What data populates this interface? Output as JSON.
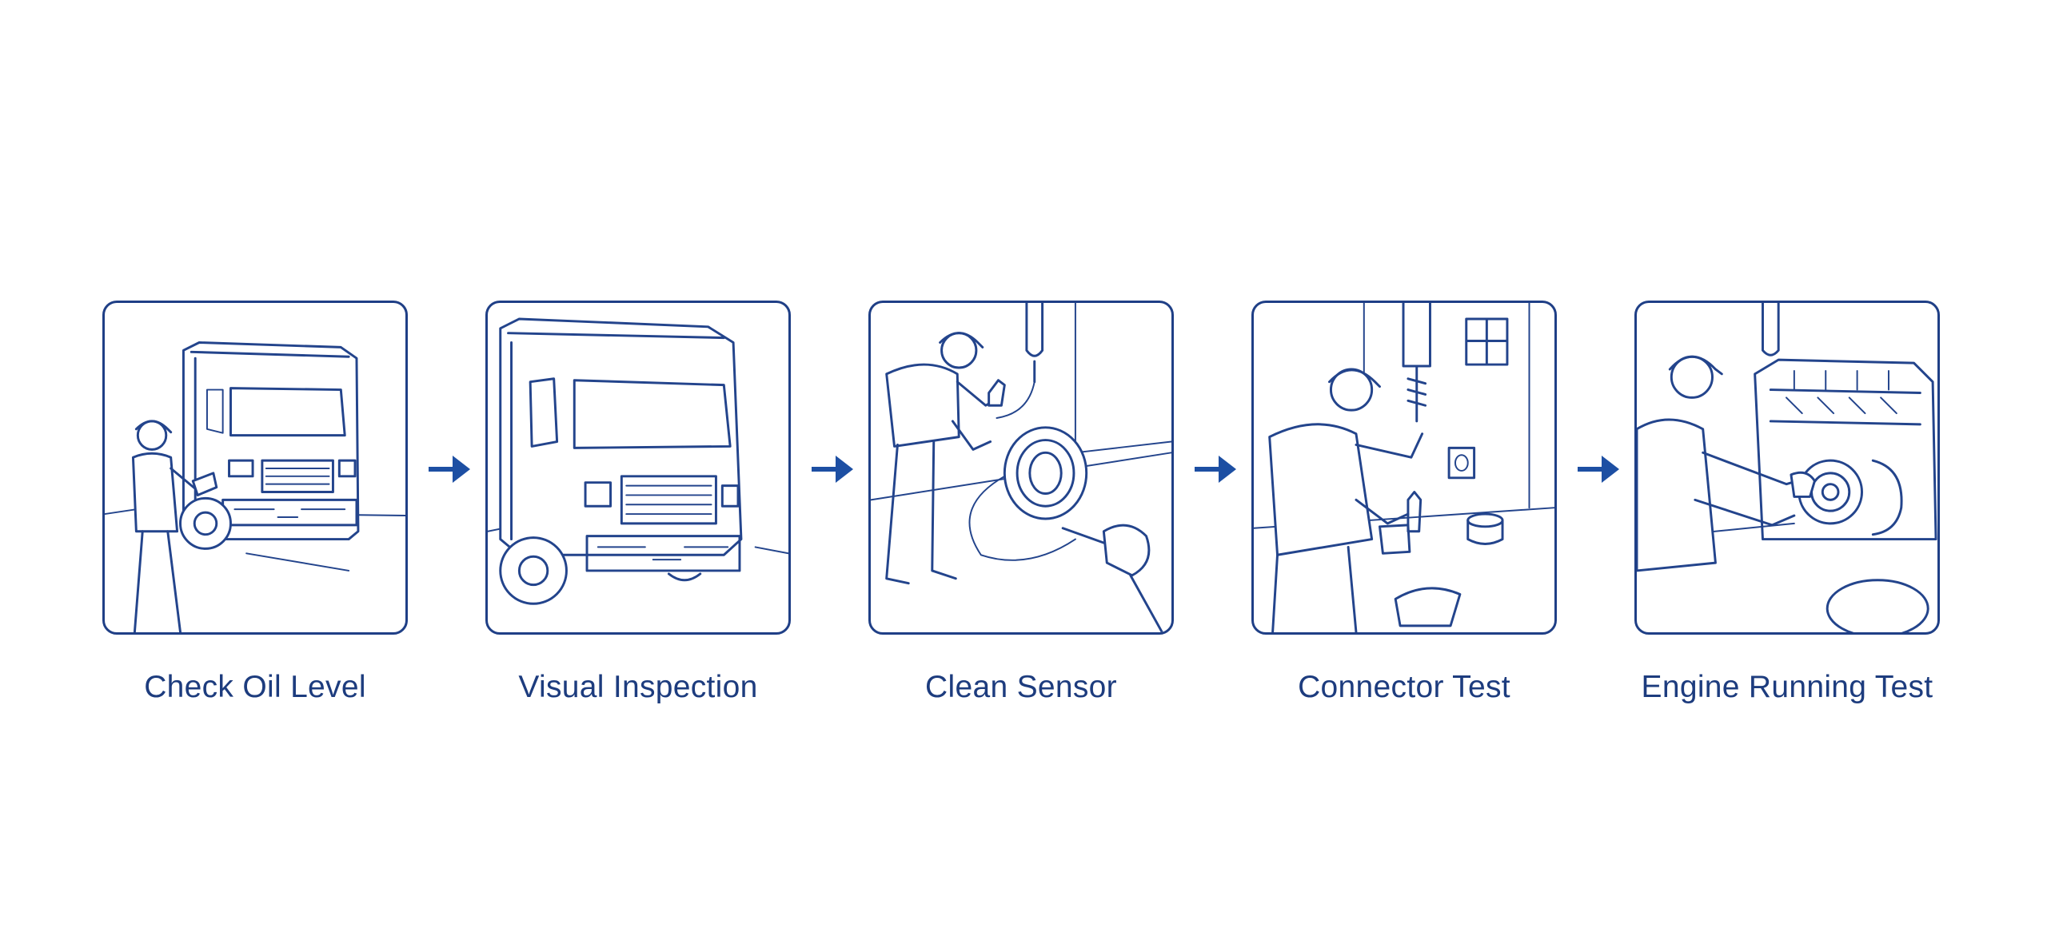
{
  "accent_color": "#1f3f86",
  "arrow_color": "#1d4fa3",
  "steps": [
    {
      "label": "Check Oil Level",
      "icon": "technician-with-truck-icon"
    },
    {
      "label": "Visual Inspection",
      "icon": "truck-front-icon"
    },
    {
      "label": "Clean Sensor",
      "icon": "technician-cleaning-sensor-icon"
    },
    {
      "label": "Connector Test",
      "icon": "technician-testing-connector-icon"
    },
    {
      "label": "Engine Running Test",
      "icon": "technician-at-engine-icon"
    }
  ]
}
